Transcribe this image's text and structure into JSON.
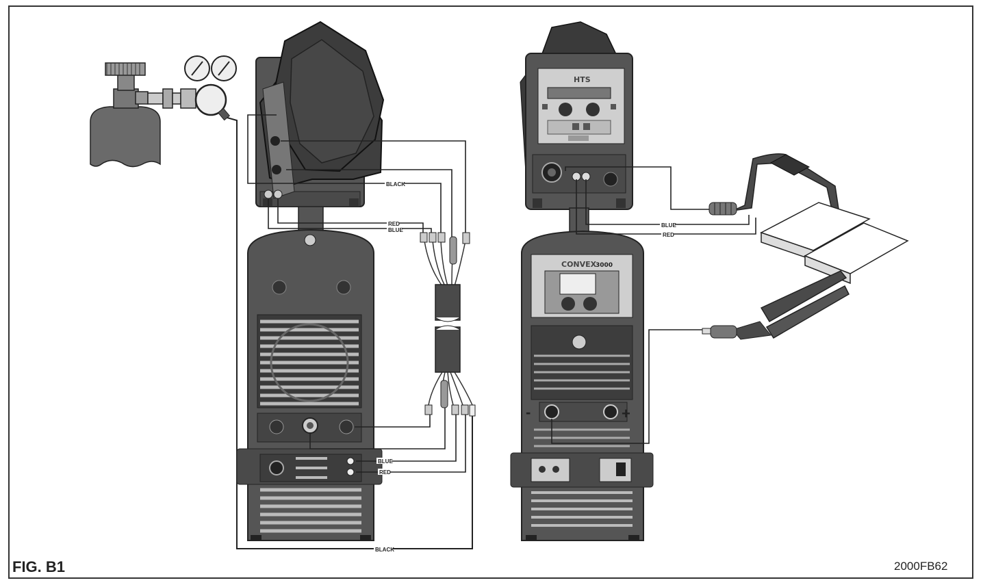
{
  "figure": {
    "label": "FIG. B1",
    "code": "2000FB62"
  },
  "cable_labels": {
    "black_top": "BLACK",
    "red_top": "RED",
    "blue_top": "BLUE",
    "blue_bottom": "BLUE",
    "red_bottom": "RED",
    "black_bottom": "BLACK",
    "blue_right": "BLUE",
    "red_right": "RED"
  },
  "panels": {
    "wire_feeder_brand": "HTS",
    "power_source_brand": "CONVEX",
    "power_source_model": "3000"
  },
  "colors": {
    "machine_dark": "#4a4a4a",
    "machine_mid": "#5c5c5c",
    "panel_light": "#cfcfcf",
    "cable": "#222222"
  }
}
